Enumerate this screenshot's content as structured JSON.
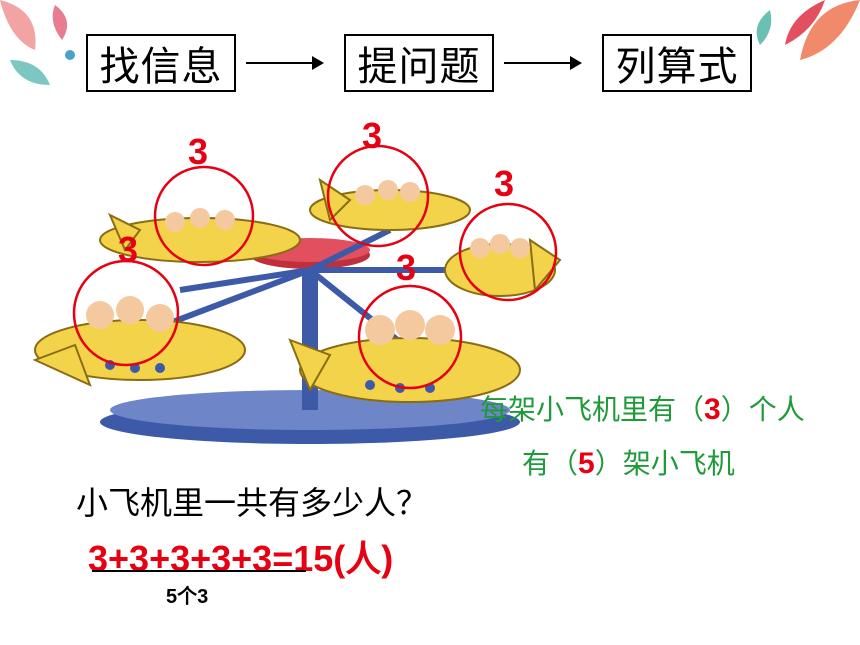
{
  "steps": [
    "找信息",
    "提问题",
    "列算式"
  ],
  "plane_counts": [
    "3",
    "3",
    "3",
    "3",
    "3"
  ],
  "info": {
    "line1_pre": "每架小飞机里有（",
    "line1_num": "3",
    "line1_post": "）个人",
    "line2_pre": "有（",
    "line2_num": "5",
    "line2_post": "）架小飞机"
  },
  "question": "小飞机里一共有多少人？",
  "equation": "3+3+3+3+3=15(人)",
  "under_label": "5个3",
  "colors": {
    "red": "#e60012",
    "green": "#1f9a3a",
    "ride_yellow": "#f3d34a",
    "ride_blue": "#3d5aa8"
  }
}
